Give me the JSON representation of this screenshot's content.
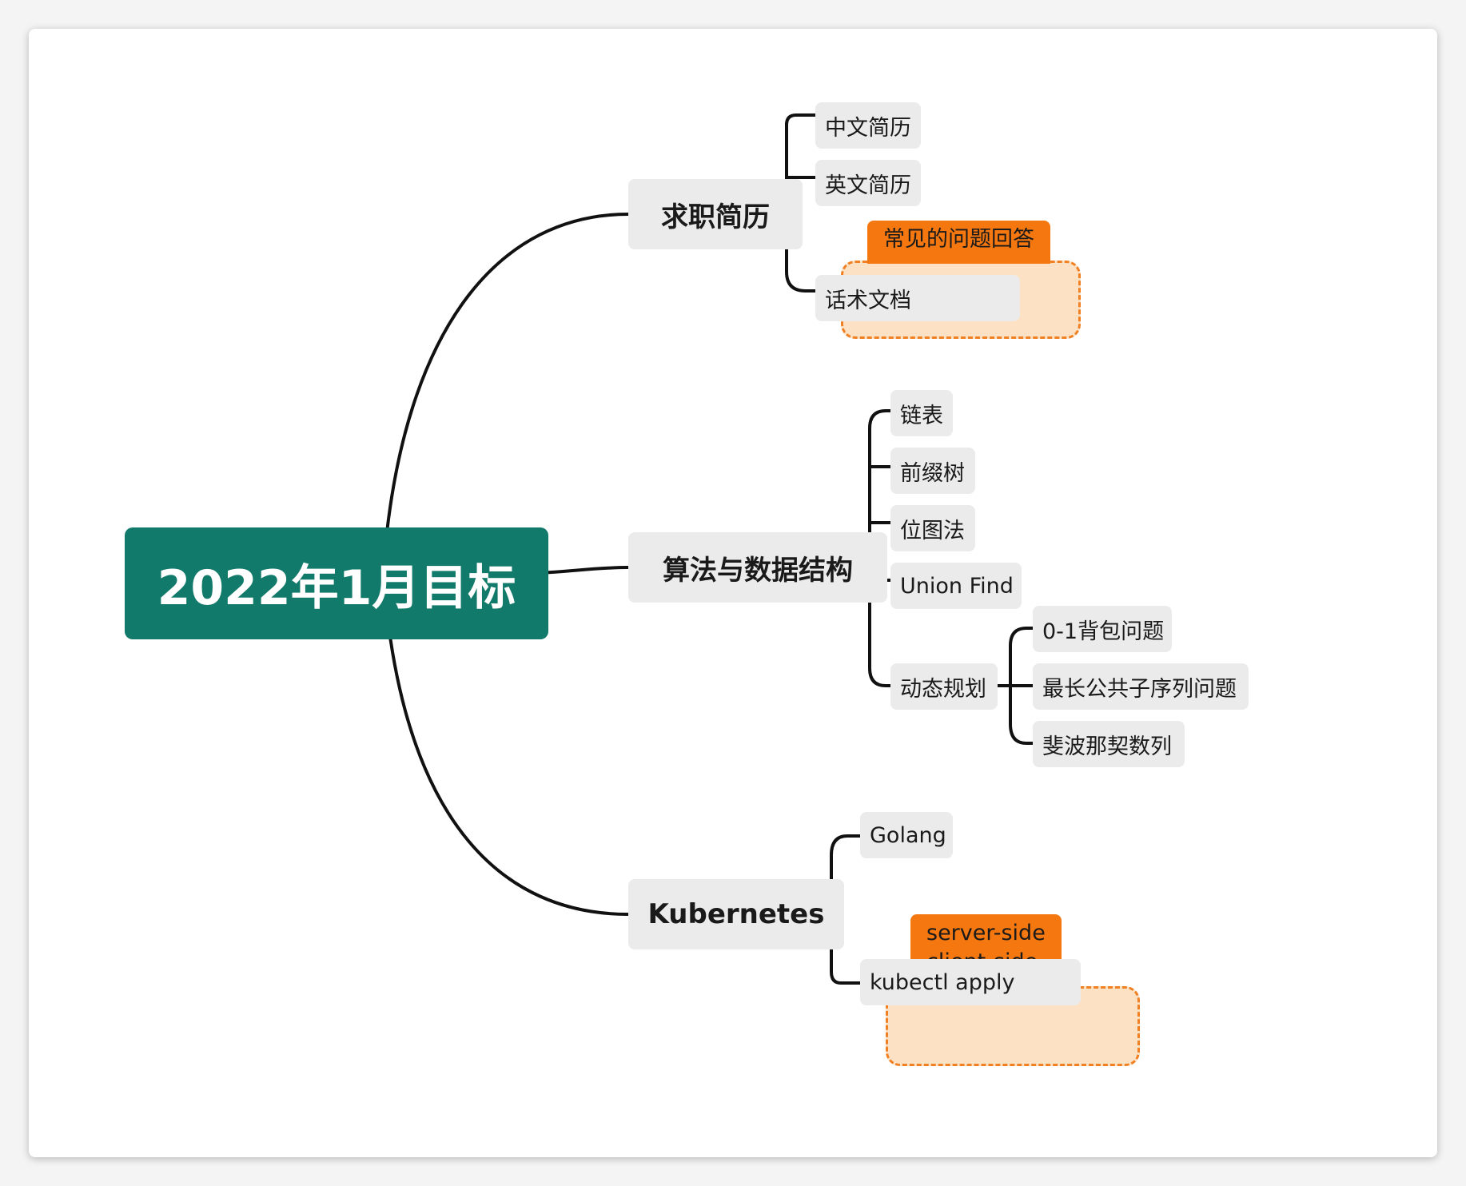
{
  "mindmap": {
    "root": "2022年1月目标",
    "branches": [
      {
        "label": "求职简历",
        "children": [
          "中文简历",
          "英文简历",
          "话术文档"
        ],
        "boundary": {
          "title": "常见的问题回答"
        }
      },
      {
        "label": "算法与数据结构",
        "children": [
          "链表",
          "前缀树",
          "位图法",
          "Union Find",
          "动态规划"
        ],
        "dp_children": [
          "0-1背包问题",
          "最长公共子序列问题",
          "斐波那契数列"
        ]
      },
      {
        "label": "Kubernetes",
        "children": [
          "Golang",
          "kubectl apply"
        ],
        "boundary": {
          "title_lines": [
            "server-side",
            "client-side"
          ]
        }
      }
    ]
  },
  "colors": {
    "root_fill": "#127a6a",
    "topic_fill": "#ebebeb",
    "boundary_fill": "#fde1c4",
    "boundary_stroke": "#f08021",
    "boundary_title_fill": "#f5770f",
    "line": "#111111"
  }
}
